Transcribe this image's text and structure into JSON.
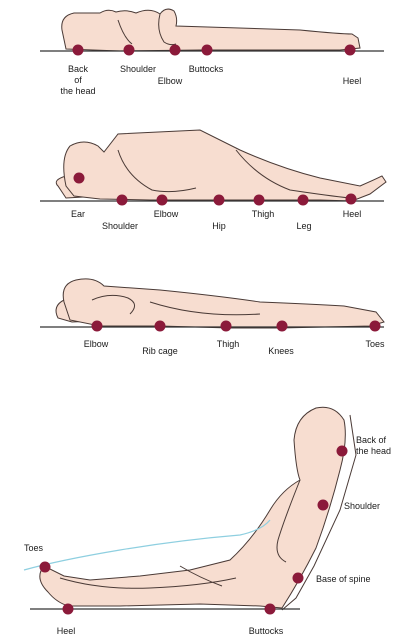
{
  "colors": {
    "skin": "#f7ddd0",
    "outline": "#4a3a36",
    "surface": "#333333",
    "point": "#8b1a3a",
    "cloth": "#8ecfe0"
  },
  "panels": [
    {
      "id": "supine",
      "labels": [
        "Back\nof\nthe head",
        "Shoulder",
        "Elbow",
        "Buttocks",
        "Heel"
      ]
    },
    {
      "id": "lateral",
      "labels": [
        "Ear",
        "Shoulder",
        "Elbow",
        "Hip",
        "Thigh",
        "Leg",
        "Heel"
      ]
    },
    {
      "id": "prone",
      "labels": [
        "Elbow",
        "Rib cage",
        "Thigh",
        "Knees",
        "Toes"
      ]
    },
    {
      "id": "sitting",
      "labels": [
        "Back of\nthe head",
        "Shoulder",
        "Base of spine",
        "Toes",
        "Heel",
        "Buttocks"
      ]
    }
  ]
}
